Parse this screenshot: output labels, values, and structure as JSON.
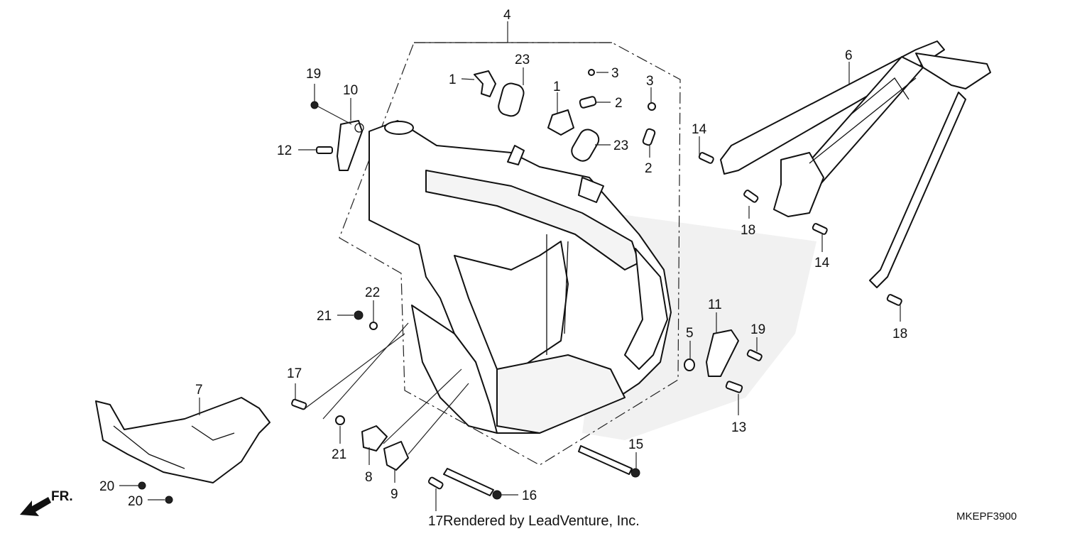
{
  "diagram": {
    "code": "MKEPF3900",
    "watermark": "Rendered by LeadVenture, Inc.",
    "direction_label": "FR.",
    "callouts": [
      {
        "id": "c4",
        "text": "4"
      },
      {
        "id": "c23a",
        "text": "23"
      },
      {
        "id": "c1a",
        "text": "1"
      },
      {
        "id": "c1b",
        "text": "1"
      },
      {
        "id": "c3a",
        "text": "3"
      },
      {
        "id": "c2a",
        "text": "2"
      },
      {
        "id": "c3b",
        "text": "3"
      },
      {
        "id": "c23b",
        "text": "23"
      },
      {
        "id": "c2b",
        "text": "2"
      },
      {
        "id": "c19a",
        "text": "19"
      },
      {
        "id": "c10",
        "text": "10"
      },
      {
        "id": "c12",
        "text": "12"
      },
      {
        "id": "c6",
        "text": "6"
      },
      {
        "id": "c14a",
        "text": "14"
      },
      {
        "id": "c18a",
        "text": "18"
      },
      {
        "id": "c14b",
        "text": "14"
      },
      {
        "id": "c18b",
        "text": "18"
      },
      {
        "id": "c22",
        "text": "22"
      },
      {
        "id": "c21a",
        "text": "21"
      },
      {
        "id": "c11",
        "text": "11"
      },
      {
        "id": "c19b",
        "text": "19"
      },
      {
        "id": "c5",
        "text": "5"
      },
      {
        "id": "c13",
        "text": "13"
      },
      {
        "id": "c17a",
        "text": "17"
      },
      {
        "id": "c7",
        "text": "7"
      },
      {
        "id": "c21b",
        "text": "21"
      },
      {
        "id": "c8",
        "text": "8"
      },
      {
        "id": "c9",
        "text": "9"
      },
      {
        "id": "c15",
        "text": "15"
      },
      {
        "id": "c16",
        "text": "16"
      },
      {
        "id": "c20a",
        "text": "20"
      },
      {
        "id": "c20b",
        "text": "20"
      },
      {
        "id": "c17b",
        "text": "17"
      }
    ]
  }
}
